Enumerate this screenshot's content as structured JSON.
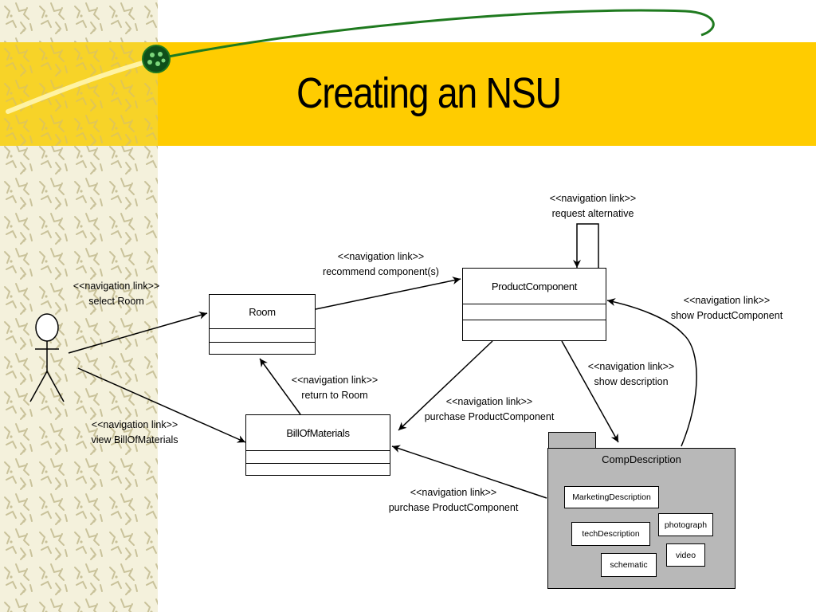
{
  "slide": {
    "title": "Creating an NSU"
  },
  "diagram": {
    "classes": {
      "room": "Room",
      "product_component": "ProductComponent",
      "bill_of_materials": "BillOfMaterials"
    },
    "package": {
      "name": "CompDescription",
      "items": {
        "marketing": "MarketingDescription",
        "tech": "techDescription",
        "photograph": "photograph",
        "video": "video",
        "schematic": "schematic"
      }
    },
    "links": {
      "select_room": {
        "stereotype": "<<navigation link>>",
        "text": "select Room"
      },
      "view_bom": {
        "stereotype": "<<navigation link>>",
        "text": "view BillOfMaterials"
      },
      "recommend": {
        "stereotype": "<<navigation link>>",
        "text": "recommend component(s)"
      },
      "request_alt": {
        "stereotype": "<<navigation link>>",
        "text": "request alternative"
      },
      "show_pc": {
        "stereotype": "<<navigation link>>",
        "text": "show ProductComponent"
      },
      "show_desc": {
        "stereotype": "<<navigation link>>",
        "text": "show description"
      },
      "return_room": {
        "stereotype": "<<navigation link>>",
        "text": "return to Room"
      },
      "purchase_pc": {
        "stereotype": "<<navigation link>>",
        "text": "purchase ProductComponent"
      },
      "purchase_pc2": {
        "stereotype": "<<navigation link>>",
        "text": "purchase ProductComponent"
      }
    }
  },
  "colors": {
    "title_band": "#ffcc00",
    "package_fill": "#b8b8b8",
    "swoosh": "#1f7a1f"
  }
}
